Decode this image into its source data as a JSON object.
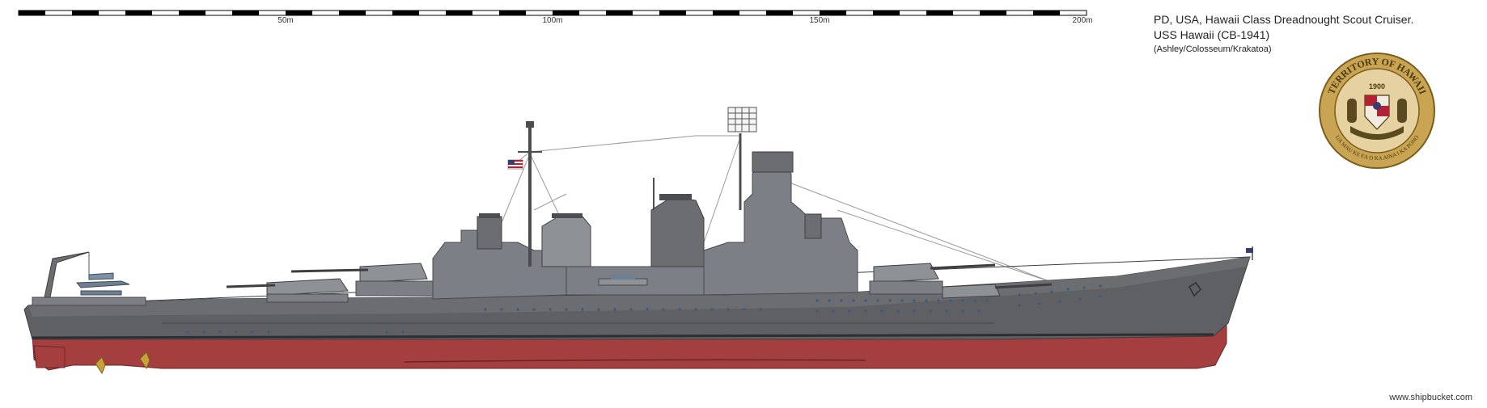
{
  "title": "PD, USA, Hawaii Class Dreadnought Scout Cruiser.",
  "ship_name": "USS Hawaii (CB-1941)",
  "credits": "(Ashley/Colosseum/Krakatoa)",
  "scale": {
    "labels": [
      "50m",
      "100m",
      "150m",
      "200m"
    ]
  },
  "seal": {
    "top_text": "TERRITORY OF HAWAII",
    "year": "1900",
    "bottom_text": "UA MAU KE EA O KA AINA I KA PONO"
  },
  "watermark": "www.shipbucket.com",
  "colors": {
    "hull_gray": "#5f6063",
    "superstructure_gray": "#7c7f85",
    "bottom_red": "#a53e3e",
    "deck_gray": "#8e9196",
    "seal_gold": "#c9a453"
  }
}
